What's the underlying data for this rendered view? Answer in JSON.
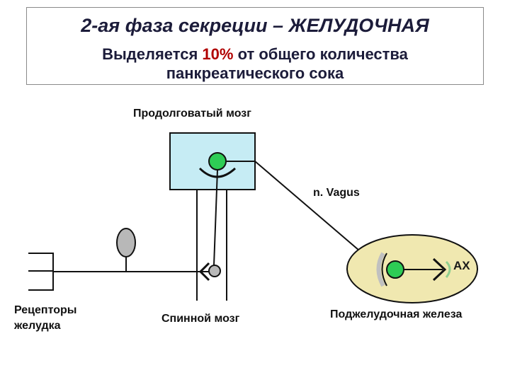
{
  "title": {
    "main": "2-ая фаза секреции – ЖЕЛУДОЧНАЯ",
    "sub_pre": "Выделяется ",
    "sub_pct": "10%",
    "sub_post": " от общего количества",
    "sub_line2": "панкреатического сока"
  },
  "labels": {
    "medulla": "Продолговатый мозг",
    "vagus": "n. Vagus",
    "ax": "АХ",
    "receptors": "Рецепторы желудка",
    "spinal_cord": "Спинной мозг",
    "pancreas": "Поджелудочная железа"
  },
  "colors": {
    "medulla_fill": "#c6ecf4",
    "pancreas_fill": "#f0e8b0",
    "neuron_green": "#2ecc55",
    "ganglion_gray": "#b8b8b8"
  }
}
